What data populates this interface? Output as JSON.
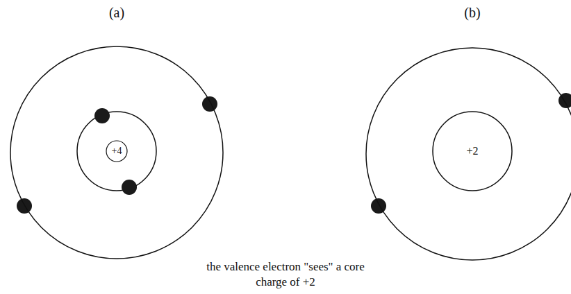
{
  "diagram": {
    "caption": "the valence electron \"sees\" a core charge of +2",
    "nodes": [
      {
        "text": [
          "(a)"
        ]
      },
      {
        "text": [
          "+4"
        ],
        "in": 0
      },
      {
        "text": [
          "(b)"
        ]
      },
      {
        "text": [
          "+2"
        ],
        "in": 2
      }
    ]
  }
}
